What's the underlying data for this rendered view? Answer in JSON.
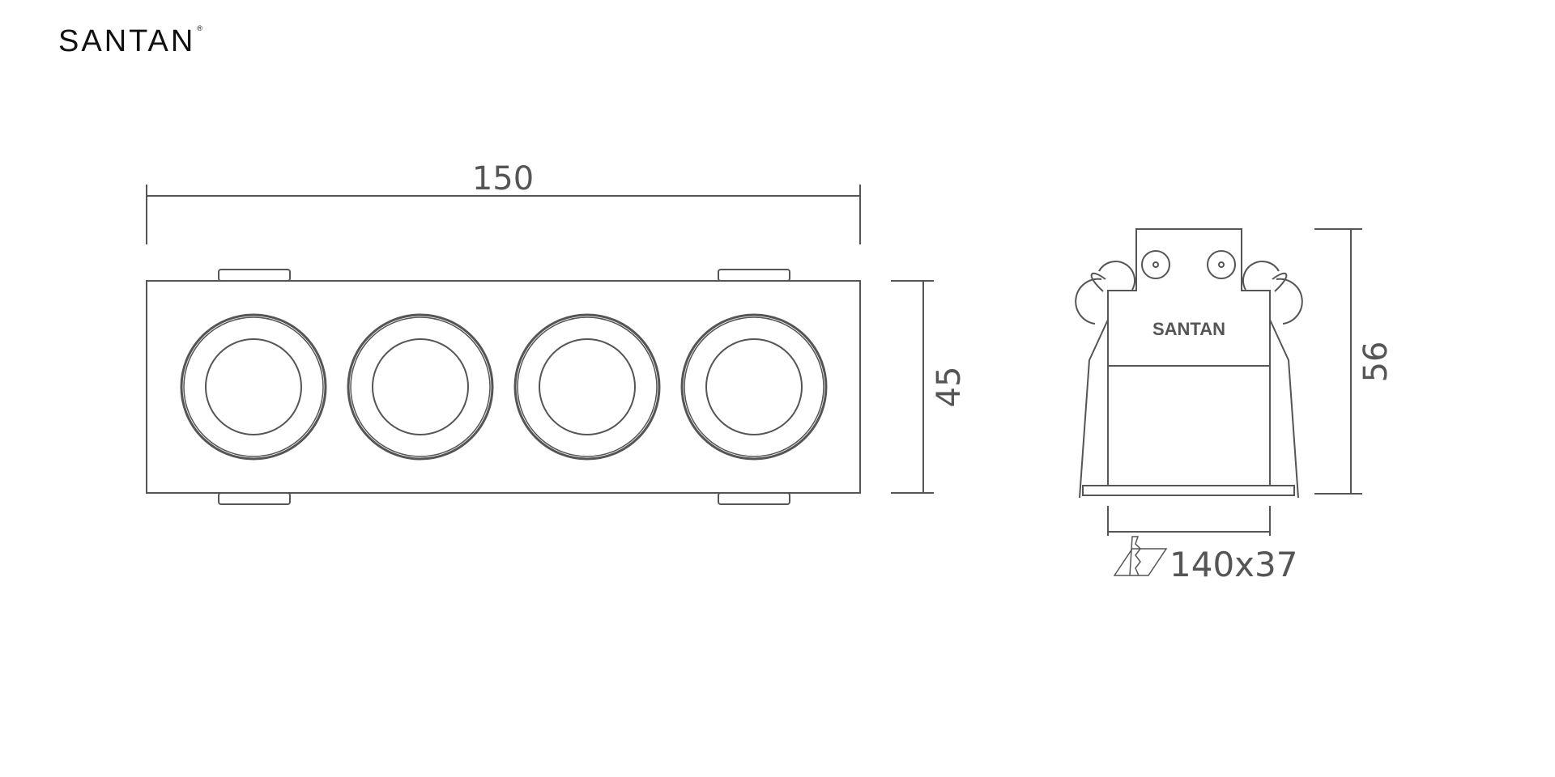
{
  "brand": {
    "name": "SANTAN",
    "mark": "®"
  },
  "front_view": {
    "width_label": "150",
    "height_label": "45",
    "lens_count": 4
  },
  "side_view": {
    "height_label": "56",
    "body_brand": "SANTAN",
    "cutout_label": "140x37"
  },
  "colors": {
    "line": "#555555",
    "text": "#555555"
  }
}
